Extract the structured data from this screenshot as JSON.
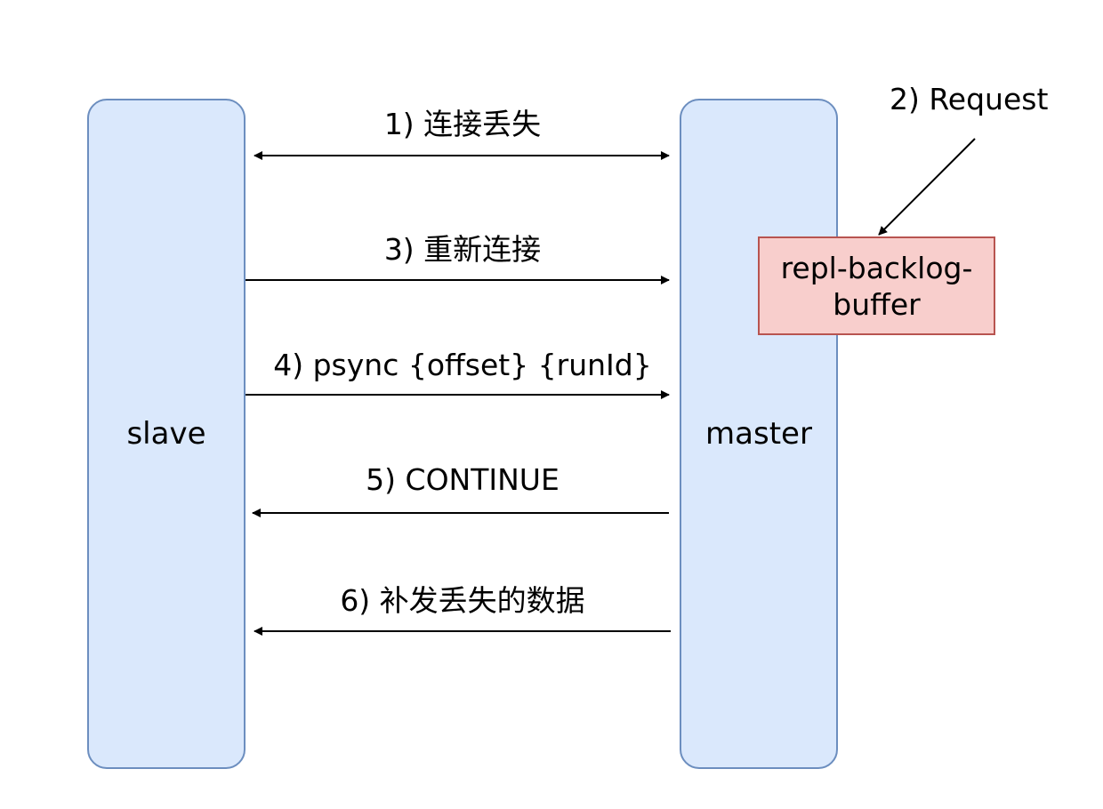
{
  "nodes": {
    "slave": {
      "label": "slave",
      "fill": "#dae8fc",
      "stroke": "#6c8ebf"
    },
    "master": {
      "label": "master",
      "fill": "#dae8fc",
      "stroke": "#6c8ebf"
    },
    "buffer": {
      "label": "repl-backlog-buffer",
      "fill": "#f8cecc",
      "stroke": "#b85450"
    }
  },
  "messages": [
    {
      "step": "1",
      "label": "1) 连接丢失",
      "direction": "both"
    },
    {
      "step": "3",
      "label": "3) 重新连接",
      "direction": "slave-to-master"
    },
    {
      "step": "4",
      "label": "4) psync {offset} {runId}",
      "direction": "slave-to-master"
    },
    {
      "step": "5",
      "label": "5) CONTINUE",
      "direction": "master-to-slave"
    },
    {
      "step": "6",
      "label": "6) 补发丢失的数据",
      "direction": "master-to-slave"
    }
  ],
  "request": {
    "label": "2) Request"
  },
  "colors": {
    "line": "#000000"
  }
}
